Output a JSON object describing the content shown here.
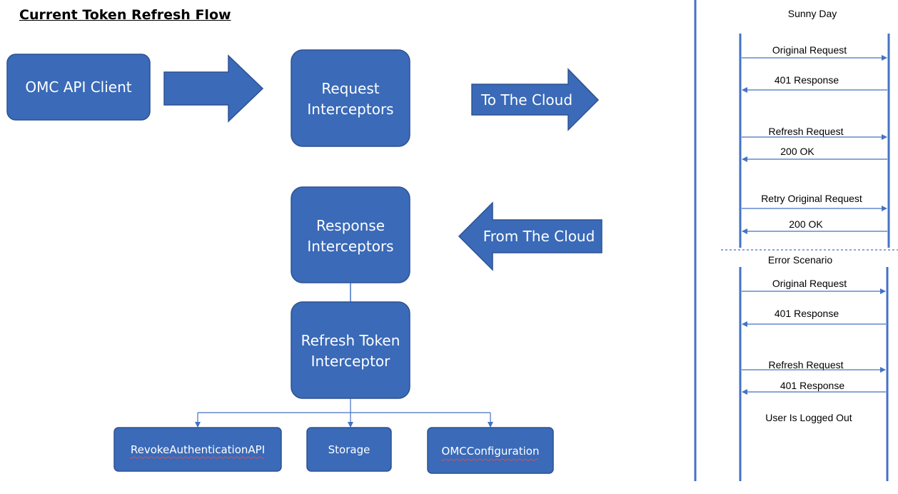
{
  "title": "Current Token Refresh Flow",
  "colors": {
    "box_fill": "#3a6ab8",
    "box_stroke": "#2d5291",
    "line": "#4472c4",
    "text_on_box": "#ffffff"
  },
  "flow": {
    "client": "OMC API Client",
    "request_interceptors": [
      "Request",
      "Interceptors"
    ],
    "to_cloud": "To The Cloud",
    "from_cloud": "From The Cloud",
    "response_interceptors": [
      "Response",
      "Interceptors"
    ],
    "refresh_interceptor": [
      "Refresh Token",
      "Interceptor"
    ],
    "deps": {
      "revoke": "RevokeAuthenticationAPI",
      "storage": "Storage",
      "config": "OMCConfiguration"
    }
  },
  "sequences": {
    "sunny": {
      "title": "Sunny Day",
      "messages": [
        "Original Request",
        "401 Response",
        "Refresh Request",
        "200 OK",
        "Retry Original Request",
        "200 OK"
      ]
    },
    "error": {
      "title": "Error Scenario",
      "messages": [
        "Original Request",
        "401 Response",
        "Refresh Request",
        "401 Response"
      ],
      "note": "User Is Logged Out"
    }
  }
}
